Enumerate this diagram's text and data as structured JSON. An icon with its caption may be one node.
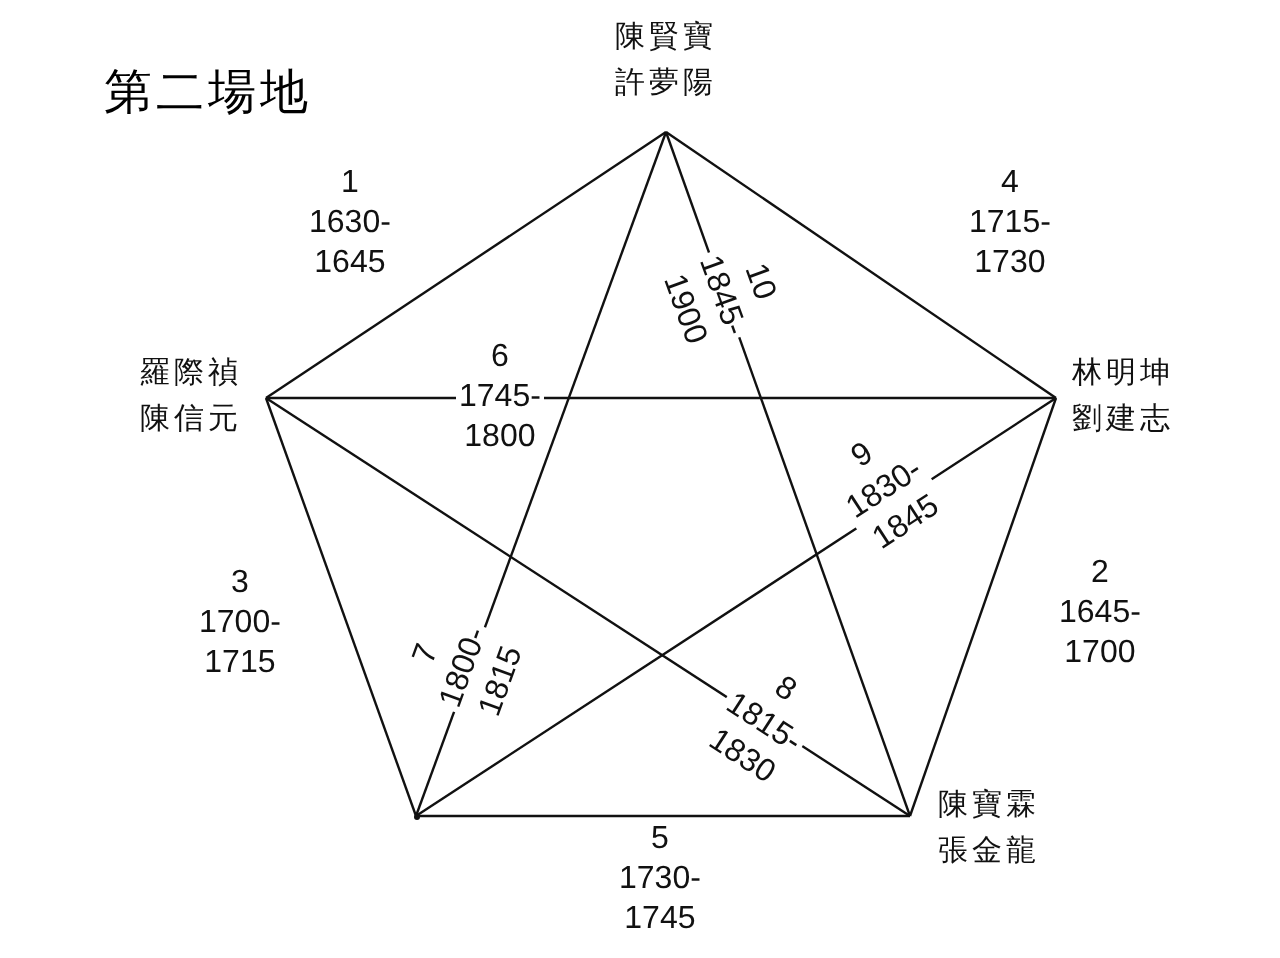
{
  "diagram": {
    "title": "第二場地",
    "nodes": [
      {
        "text": [
          "陳賢寶",
          "許夢陽"
        ]
      },
      {
        "text": [
          "羅際禎",
          "陳信元"
        ]
      },
      {
        "text": [
          "林明坤",
          "劉建志"
        ]
      },
      {
        "text": [],
        "shape": "point"
      },
      {
        "text": [
          "陳寶霖",
          "張金龍"
        ]
      }
    ],
    "edges": [
      {
        "from": 1,
        "to": 0,
        "arrow": "none",
        "label": "1 1630-1645"
      },
      {
        "from": 2,
        "to": 4,
        "arrow": "none",
        "label": "2 1645-1700"
      },
      {
        "from": 1,
        "to": 3,
        "arrow": "none",
        "label": "3 1700-1715"
      },
      {
        "from": 0,
        "to": 2,
        "arrow": "none",
        "label": "4 1715-1730"
      },
      {
        "from": 3,
        "to": 4,
        "arrow": "none",
        "label": "5 1730-1745"
      },
      {
        "from": 1,
        "to": 2,
        "arrow": "none",
        "label": "6 1745-1800"
      },
      {
        "from": 0,
        "to": 3,
        "arrow": "none",
        "label": "7 1800-1815"
      },
      {
        "from": 1,
        "to": 4,
        "arrow": "none",
        "label": "8 1815-1830"
      },
      {
        "from": 3,
        "to": 2,
        "arrow": "none",
        "label": "9 1830-1845"
      },
      {
        "from": 0,
        "to": 4,
        "arrow": "none",
        "label": "10 1845-1900"
      }
    ]
  }
}
